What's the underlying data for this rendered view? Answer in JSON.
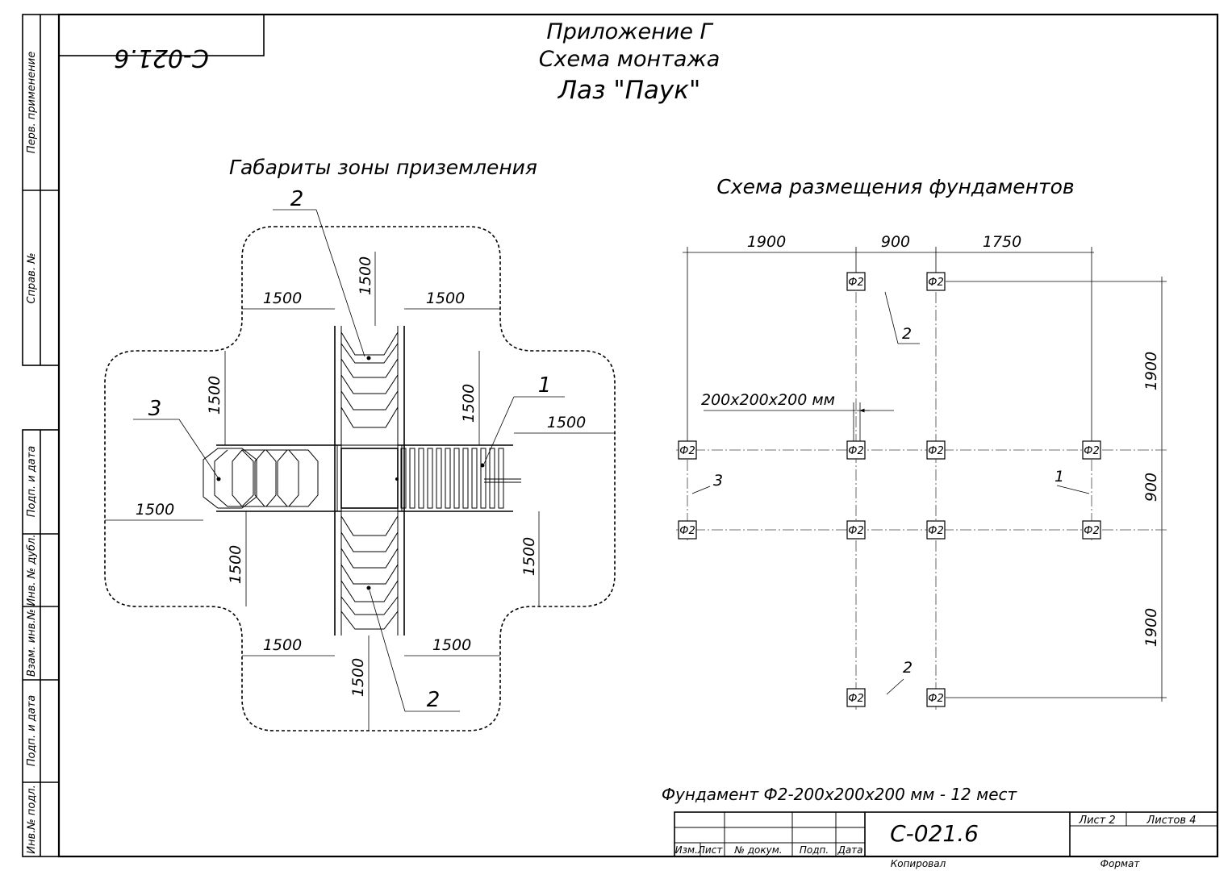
{
  "header": {
    "code_mirrored": "C-021.6",
    "title_line1": "Приложение Г",
    "title_line2": "Схема монтажа",
    "title_line3": "Лаз \"Паук\""
  },
  "side_stamp": {
    "perv_primenenie": "Перв. применение",
    "sprav_no": "Справ. №",
    "podp_i_data_1": "Подп. и дата",
    "inv_no_dubl": "Инв. № дубл.",
    "vzam_inv_no": "Взам. инв.№",
    "podp_i_data_2": "Подп. и дата",
    "inv_no_podl": "Инв.№ подл."
  },
  "left_drawing": {
    "title": "Габариты зоны приземления",
    "dims": [
      "1500",
      "1500",
      "1500",
      "1500",
      "1500",
      "1500",
      "1500",
      "1500",
      "1500",
      "1500",
      "1500",
      "1500"
    ],
    "callouts": [
      "1",
      "2",
      "2",
      "3"
    ]
  },
  "right_drawing": {
    "title": "Схема размещения фундаментов",
    "dim_top": [
      "1900",
      "900",
      "1750"
    ],
    "dim_right": [
      "1900",
      "900",
      "1900"
    ],
    "foundation_size": "200x200x200 мм",
    "foundation_label": "Ф2",
    "callouts": [
      "1",
      "2",
      "2",
      "3"
    ]
  },
  "note": "Фундамент Ф2-200x200x200 мм - 12 мест",
  "title_block": {
    "doc_code": "С-021.6",
    "sheet": "Лист 2",
    "sheets": "Листов 4",
    "col_izm_list": "Изм.Лист",
    "col_no_dokum": "№ докум.",
    "col_podp": "Подп.",
    "col_data": "Дата",
    "kopiroval": "Копировал",
    "format": "Формат"
  }
}
